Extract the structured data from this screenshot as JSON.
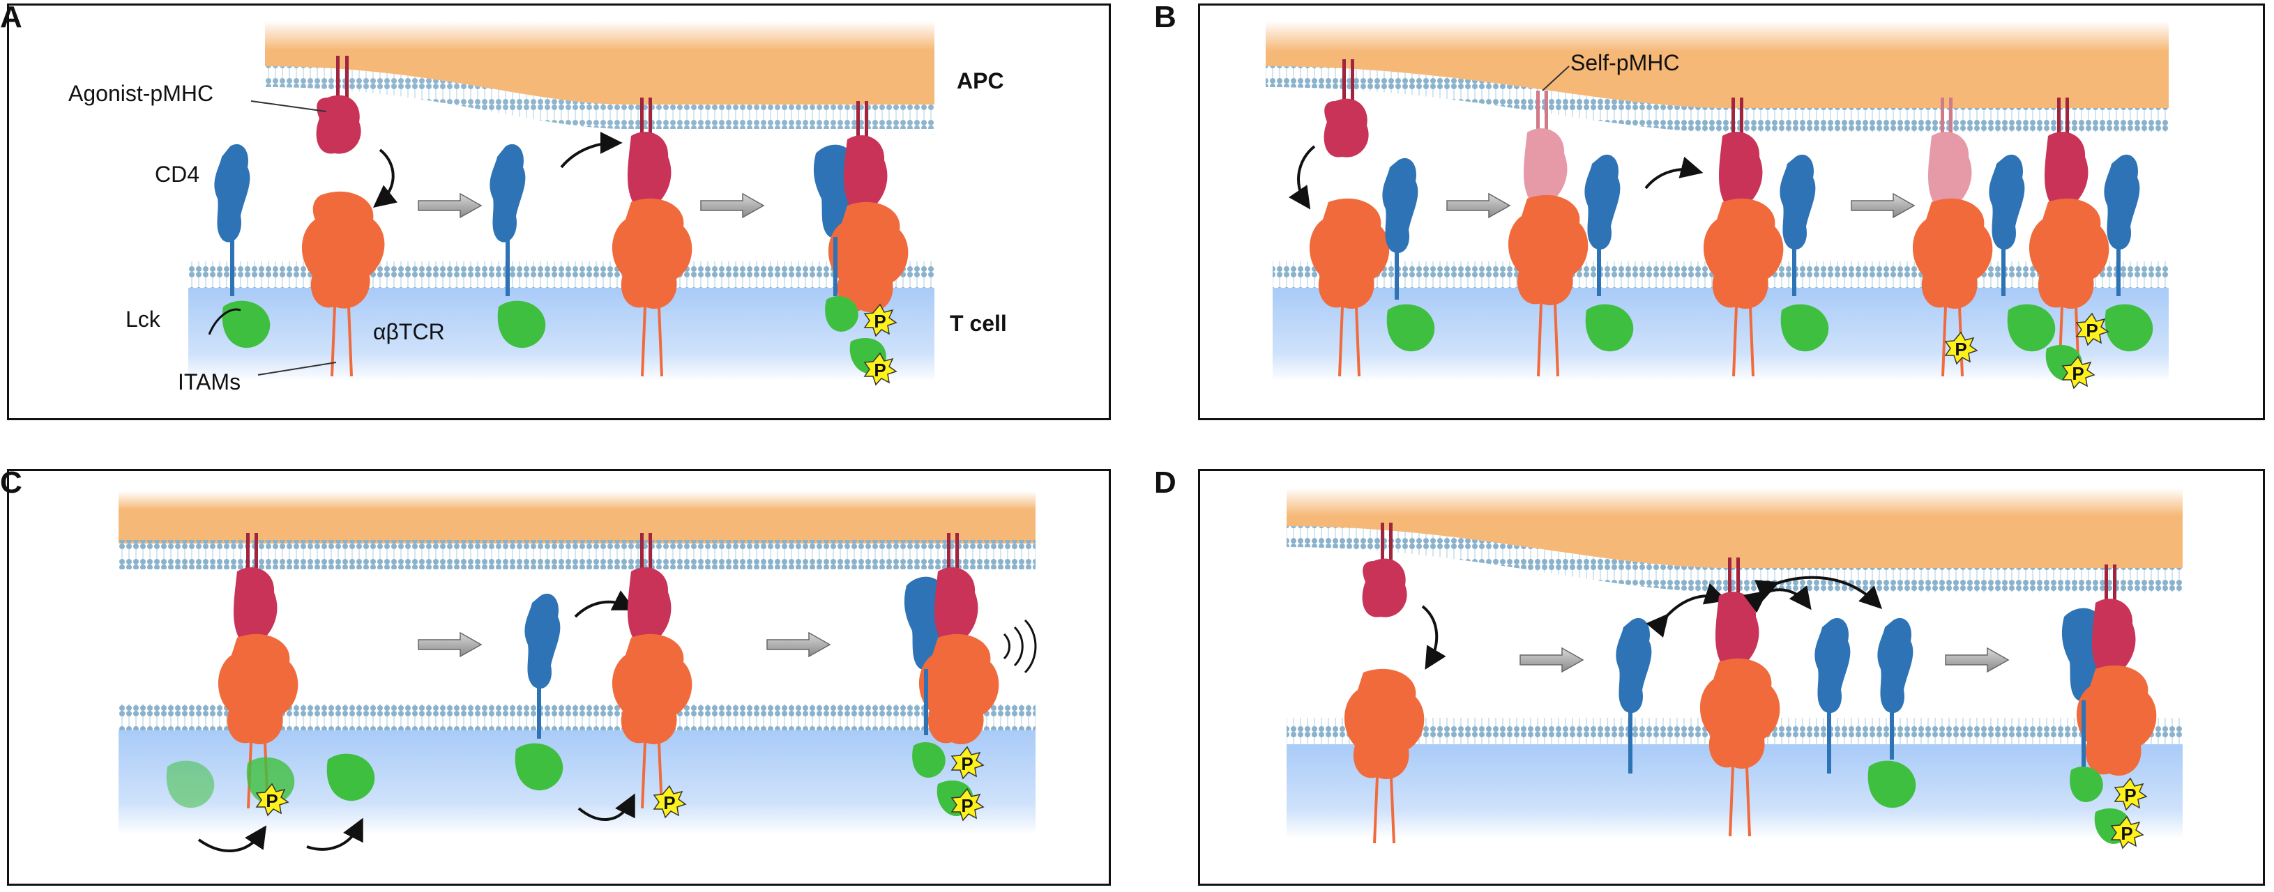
{
  "panels": [
    {
      "letter": "A"
    },
    {
      "letter": "B"
    },
    {
      "letter": "C"
    },
    {
      "letter": "D"
    }
  ],
  "labels": {
    "agonist_pmhc": "Agonist-pMHC",
    "apc": "APC",
    "cd4": "CD4",
    "lck": "Lck",
    "abtcr": "αβTCR",
    "tcell": "T cell",
    "itams": "ITAMs",
    "self_pmhc": "Self-pMHC"
  },
  "phospho_label": "P",
  "colors": {
    "apc": "#f6b877",
    "cytoplasm": "#b9d6fb",
    "membrane_head": "#8ab2cc",
    "cd4": "#2d73b5",
    "tcr": "#f06a3c",
    "pmhc": "#c93357",
    "self_pmhc": "#e69aa8",
    "lck": "#3fbf3f",
    "phospho": "#fff21a"
  }
}
